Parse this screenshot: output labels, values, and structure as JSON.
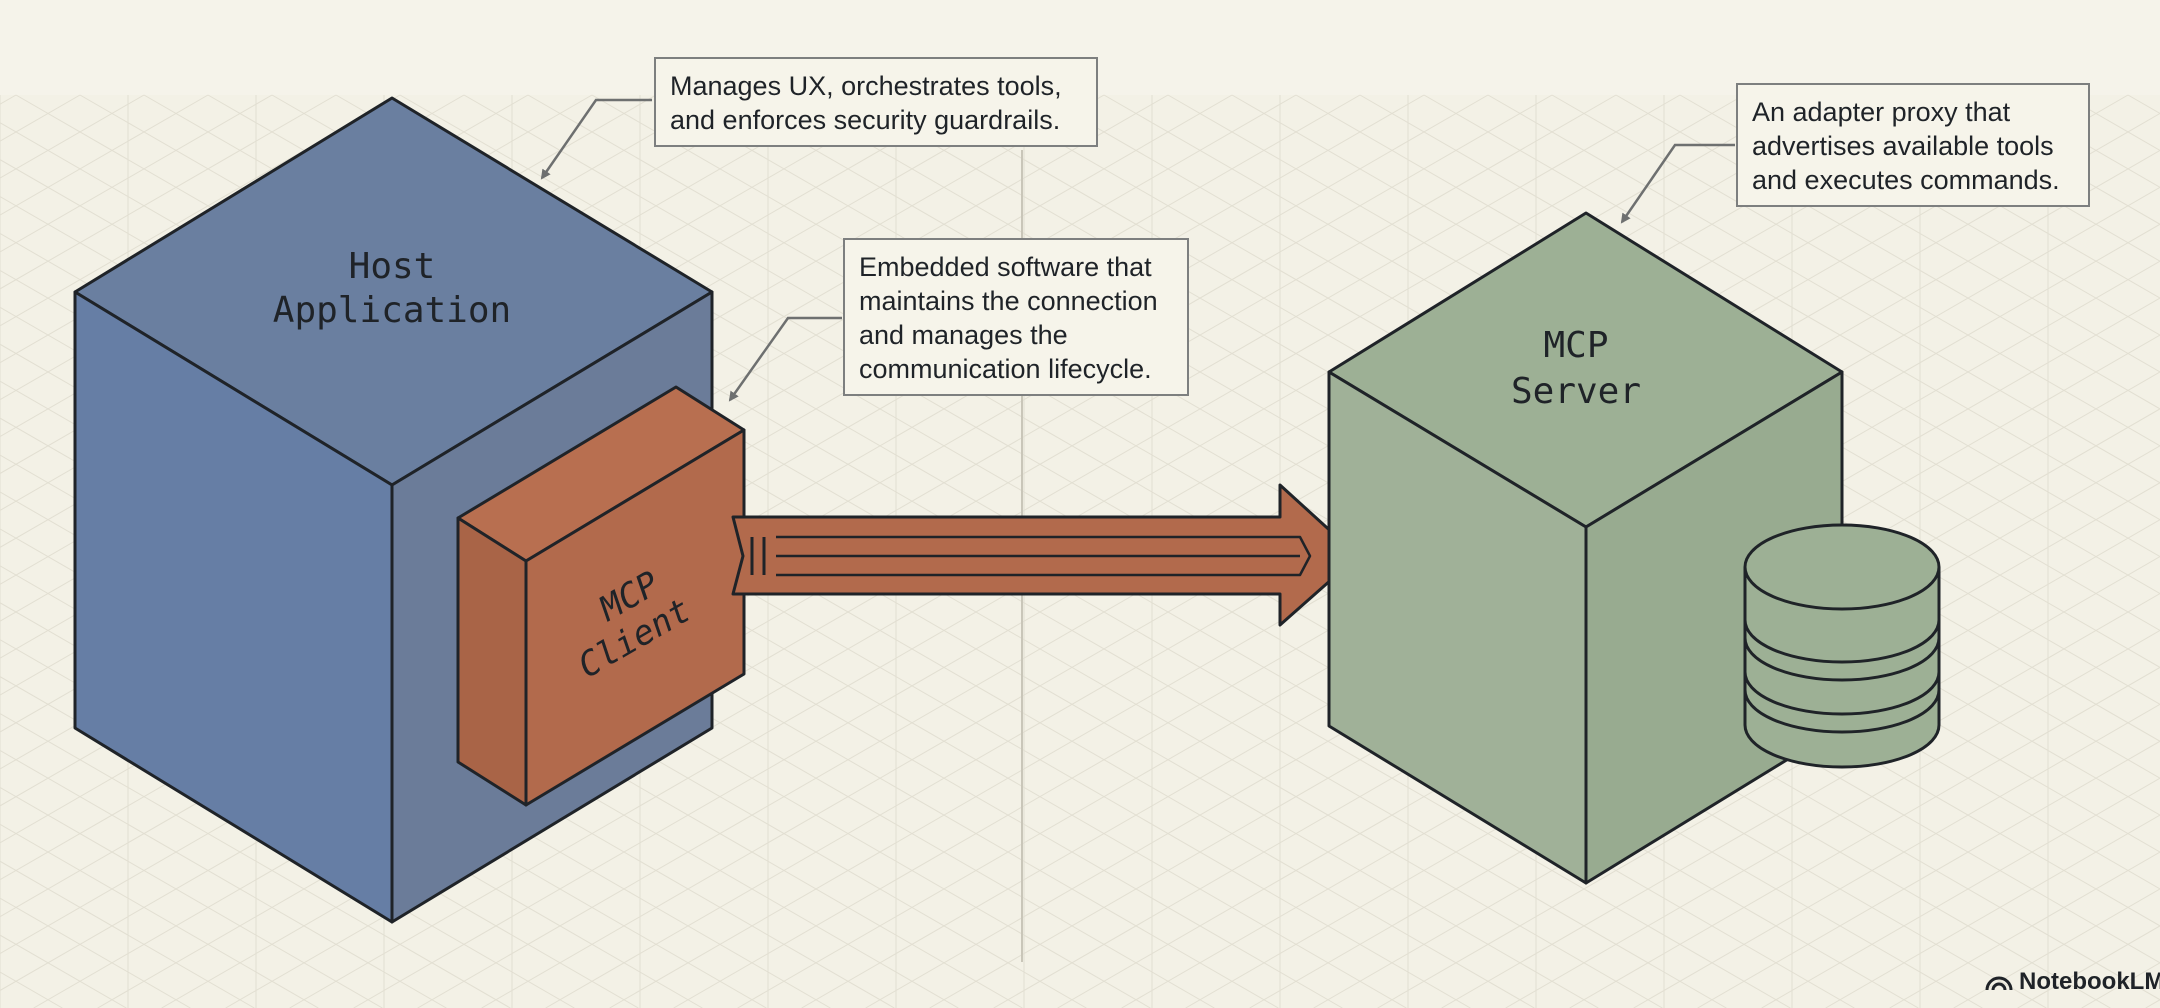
{
  "components": {
    "host": {
      "line1": "Host",
      "line2": "Application",
      "color": "#6a7fa0"
    },
    "client": {
      "line1": "MCP",
      "line2": "Client",
      "color": "#b26a4c"
    },
    "server": {
      "line1": "MCP",
      "line2": "Server",
      "color": "#9db095"
    }
  },
  "callouts": {
    "host": [
      "Manages UX, orchestrates tools,",
      "and enforces security guardrails."
    ],
    "client": [
      "Embedded software that",
      "maintains the connection",
      "and manages the",
      "communication lifecycle."
    ],
    "server": [
      "An adapter proxy that",
      "advertises available tools",
      "and executes commands."
    ]
  },
  "watermark": {
    "text": "NotebookLM",
    "icon": "notebooklm-logo-icon"
  },
  "colors": {
    "background": "#f3f1e6",
    "outline": "#1f2328",
    "grid": "#e2dfd2"
  }
}
